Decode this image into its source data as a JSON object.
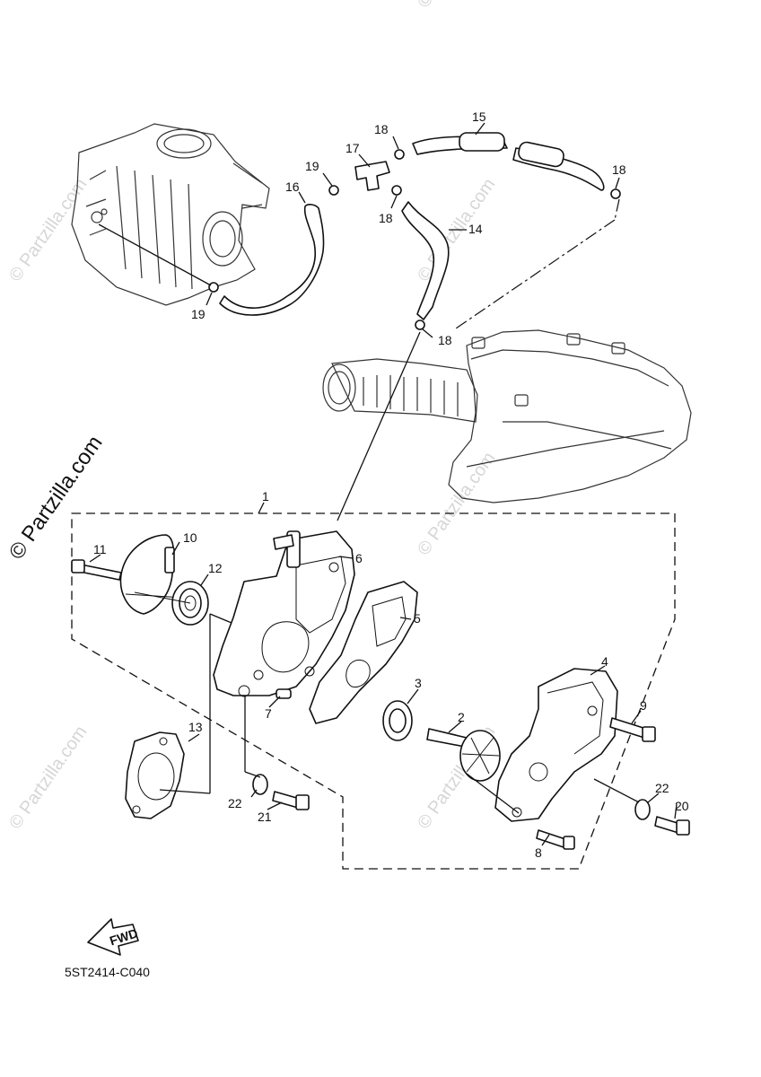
{
  "diagram_code": "5ST2414-C040",
  "watermark": "© Partzilla.com",
  "fwd_label": "FWD",
  "callouts": {
    "c1": "1",
    "c2": "2",
    "c3": "3",
    "c4": "4",
    "c5": "5",
    "c6": "6",
    "c7": "7",
    "c8": "8",
    "c9": "9",
    "c10": "10",
    "c11": "11",
    "c12": "12",
    "c13": "13",
    "c14": "14",
    "c15": "15",
    "c16": "16",
    "c17": "17",
    "c18a": "18",
    "c18b": "18",
    "c18c": "18",
    "c18d": "18",
    "c19a": "19",
    "c19b": "19",
    "c20": "20",
    "c21": "21",
    "c22a": "22",
    "c22b": "22"
  }
}
